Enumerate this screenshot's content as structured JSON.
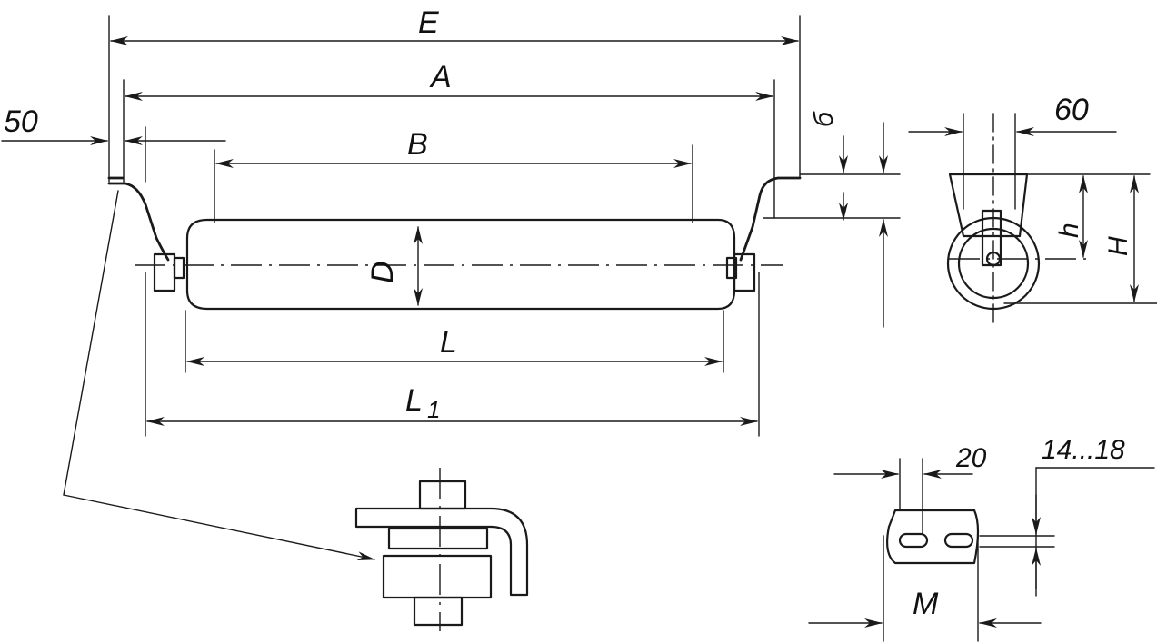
{
  "labels": {
    "E": "E",
    "A": "A",
    "B": "B",
    "dim_50": "50",
    "b": "б",
    "dim_60": "60",
    "h": "h",
    "H": "H",
    "D": "D",
    "L": "L",
    "L1_main": "L",
    "L1_sub": "1",
    "dim_20": "20",
    "dim_14_18": "14...18",
    "M": "M"
  }
}
